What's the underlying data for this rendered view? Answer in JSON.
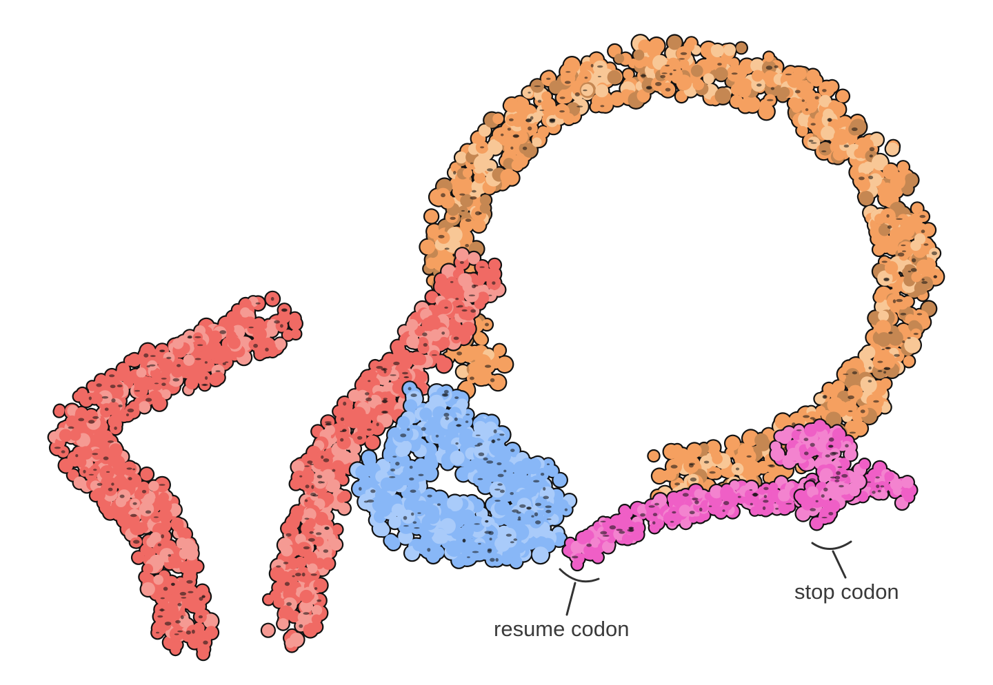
{
  "labels": {
    "resume": "resume codon",
    "stop": "stop codon"
  },
  "colors": {
    "background": "#ffffff",
    "trna_red": "#f06a64",
    "trna_pink": "#f59a93",
    "mrna_orange": "#f5a060",
    "mrna_light": "#f8c796",
    "mrna_dark": "#c58752",
    "protein_blue": "#88b7f7",
    "protein_blue_light": "#a9cbfa",
    "magenta": "#ef5fc6",
    "magenta_light": "#f383cf",
    "outline": "#111111",
    "label_text": "#3a3a3a"
  },
  "components": [
    "left-trna",
    "middle-trna",
    "mrna-ring",
    "blue-protein",
    "magenta-strand"
  ]
}
